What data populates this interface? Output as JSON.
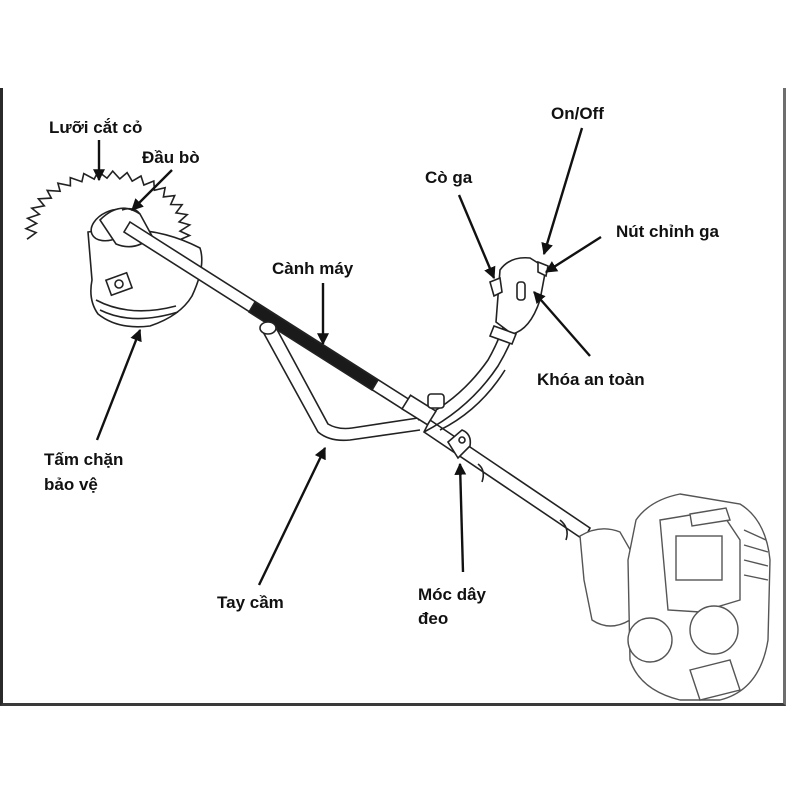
{
  "title": "Brush cutter parts diagram",
  "colors": {
    "ink": "#111111",
    "frame": "#2a2a2a",
    "background": "#ffffff"
  },
  "labels": {
    "blade": "Lưỡi cắt cỏ",
    "head": "Đầu bò",
    "shaft": "Cành máy",
    "guard_line1": "Tấm chặn",
    "guard_line2": "bảo vệ",
    "handle": "Tay cầm",
    "trigger": "Cò ga",
    "onoff": "On/Off",
    "throttle_knob": "Nút chỉnh ga",
    "safety_lock": "Khóa an toàn",
    "strap_hook_line1": "Móc dây",
    "strap_hook_line2": "đeo"
  }
}
